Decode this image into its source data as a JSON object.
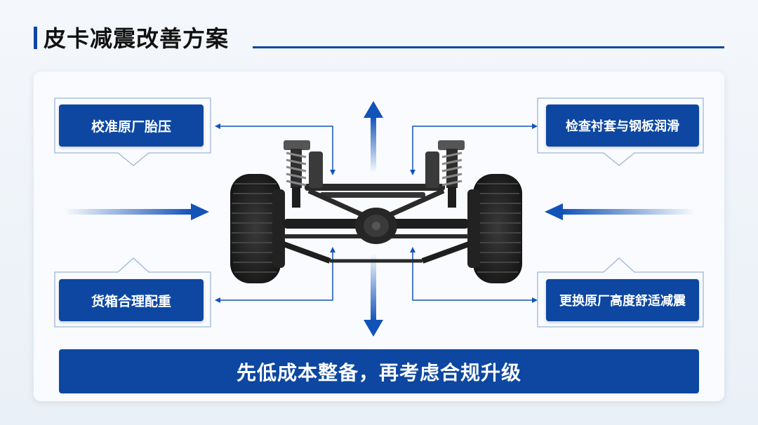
{
  "page": {
    "title": "皮卡减震改善方案"
  },
  "measures": {
    "top_left": "校准原厂胎压",
    "bottom_left": "货箱合理配重",
    "top_right": "检查衬套与钢板润滑",
    "bottom_right": "更换原厂高度舒适减震"
  },
  "summary": "先低成本整备，再考虑合规升级",
  "colors": {
    "accent": "#0d47a1",
    "arrow": "#1352b8",
    "background": "#f4f7fb"
  },
  "illustration": "pickup-rear-suspension-axle-with-wheels"
}
